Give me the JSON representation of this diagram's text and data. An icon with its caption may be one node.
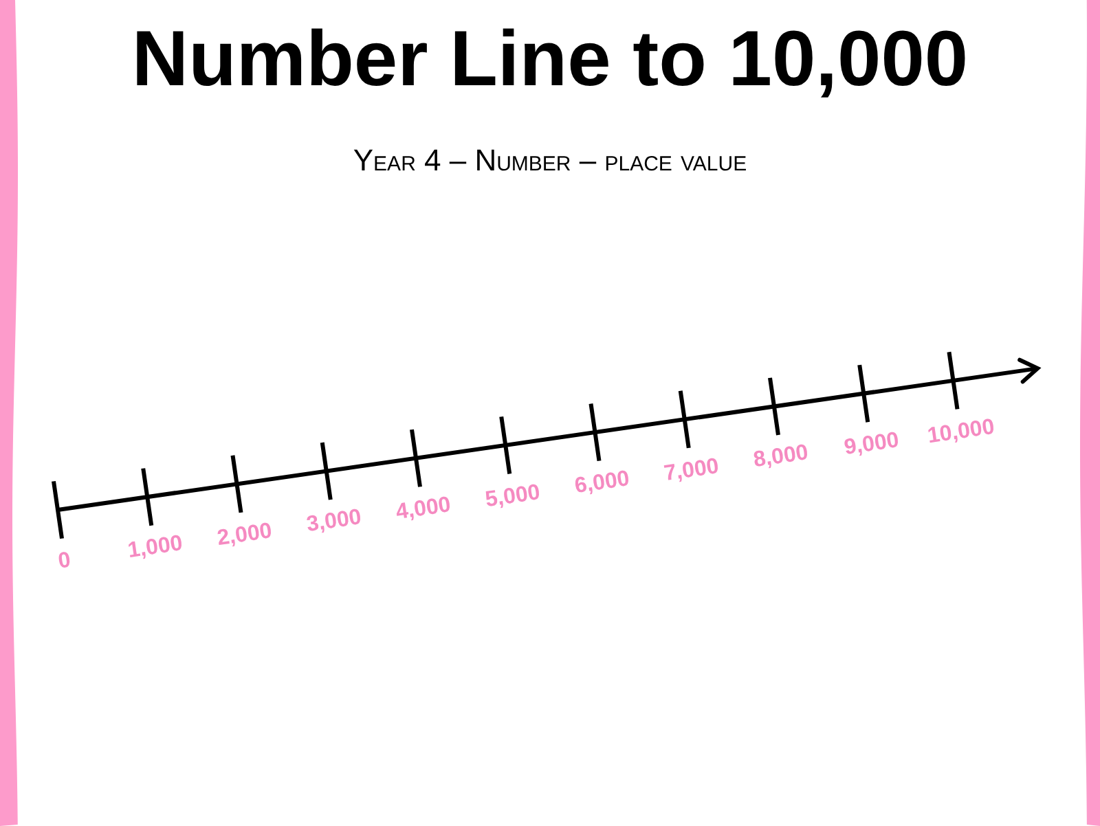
{
  "diagram": {
    "title": "Number Line to 10,000",
    "labels": [
      "Year 4 – Number – place value",
      "0",
      "1,000",
      "2,000",
      "3,000",
      "4,000",
      "5,000",
      "6,000",
      "7,000",
      "8,000",
      "9,000",
      "10,000"
    ]
  }
}
